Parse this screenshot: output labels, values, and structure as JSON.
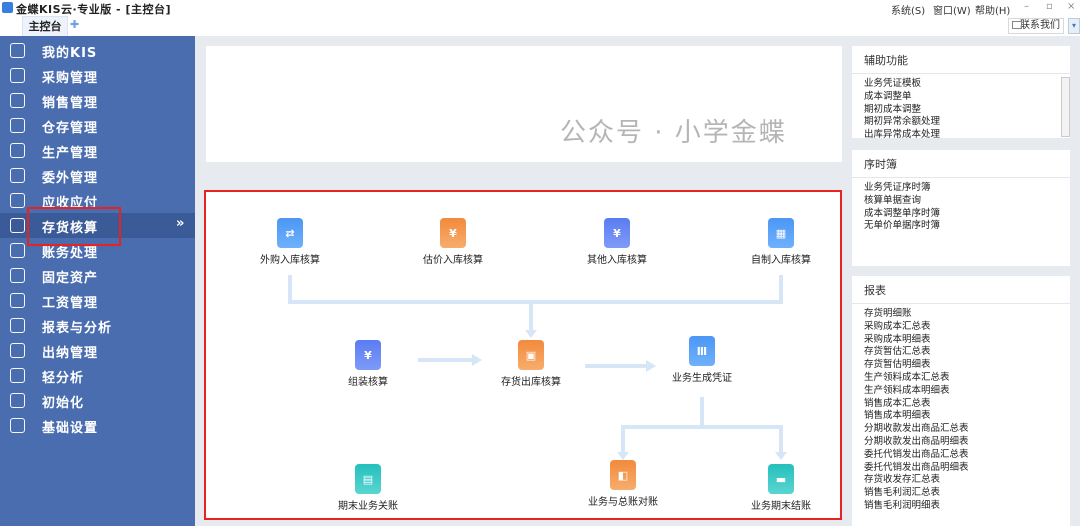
{
  "app": {
    "title": "金蝶KIS云·专业版 - [主控台]",
    "menus": [
      "系统(S)",
      "窗口(W)",
      "帮助(H)"
    ],
    "tab": "主控台",
    "contact": "联系我们"
  },
  "sidebar": {
    "items": [
      {
        "label": "我的KIS",
        "icon": "monitor-icon"
      },
      {
        "label": "采购管理",
        "icon": "bag-icon"
      },
      {
        "label": "销售管理",
        "icon": "users-icon"
      },
      {
        "label": "仓存管理",
        "icon": "warehouse-icon"
      },
      {
        "label": "生产管理",
        "icon": "gear-hex-icon"
      },
      {
        "label": "委外管理",
        "icon": "nodes-icon"
      },
      {
        "label": "应收应付",
        "icon": "yen-card-icon"
      },
      {
        "label": "存货核算",
        "icon": "warehouse-search-icon",
        "active": true
      },
      {
        "label": "账务处理",
        "icon": "ledger-icon"
      },
      {
        "label": "固定资产",
        "icon": "building-icon"
      },
      {
        "label": "工资管理",
        "icon": "salary-icon"
      },
      {
        "label": "报表与分析",
        "icon": "chart-icon"
      },
      {
        "label": "出纳管理",
        "icon": "cash-icon"
      },
      {
        "label": "轻分析",
        "icon": "analysis-icon"
      },
      {
        "label": "初始化",
        "icon": "init-icon"
      },
      {
        "label": "基础设置",
        "icon": "settings-icon"
      }
    ]
  },
  "flow": {
    "nodes": [
      "外购入库核算",
      "估价入库核算",
      "其他入库核算",
      "自制入库核算",
      "组装核算",
      "存货出库核算",
      "业务生成凭证",
      "期末业务关账",
      "业务与总账对账",
      "业务期末结账"
    ]
  },
  "panels": {
    "aux": {
      "title": "辅助功能",
      "items": [
        "业务凭证模板",
        "成本调整单",
        "期初成本调整",
        "期初异常余额处理",
        "出库异常成本处理"
      ]
    },
    "seq": {
      "title": "序时簿",
      "items": [
        "业务凭证序时簿",
        "核算单据查询",
        "成本调整单序时簿",
        "无单价单据序时簿"
      ]
    },
    "report": {
      "title": "报表",
      "items": [
        "存货明细账",
        "采购成本汇总表",
        "采购成本明细表",
        "存货暂估汇总表",
        "存货暂估明细表",
        "生产领料成本汇总表",
        "生产领料成本明细表",
        "销售成本汇总表",
        "销售成本明细表",
        "分期收款发出商品汇总表",
        "分期收款发出商品明细表",
        "委托代销发出商品汇总表",
        "委托代销发出商品明细表",
        "存货收发存汇总表",
        "销售毛利润汇总表",
        "销售毛利润明细表"
      ]
    }
  },
  "watermark": "公众号 · 小学金蝶"
}
